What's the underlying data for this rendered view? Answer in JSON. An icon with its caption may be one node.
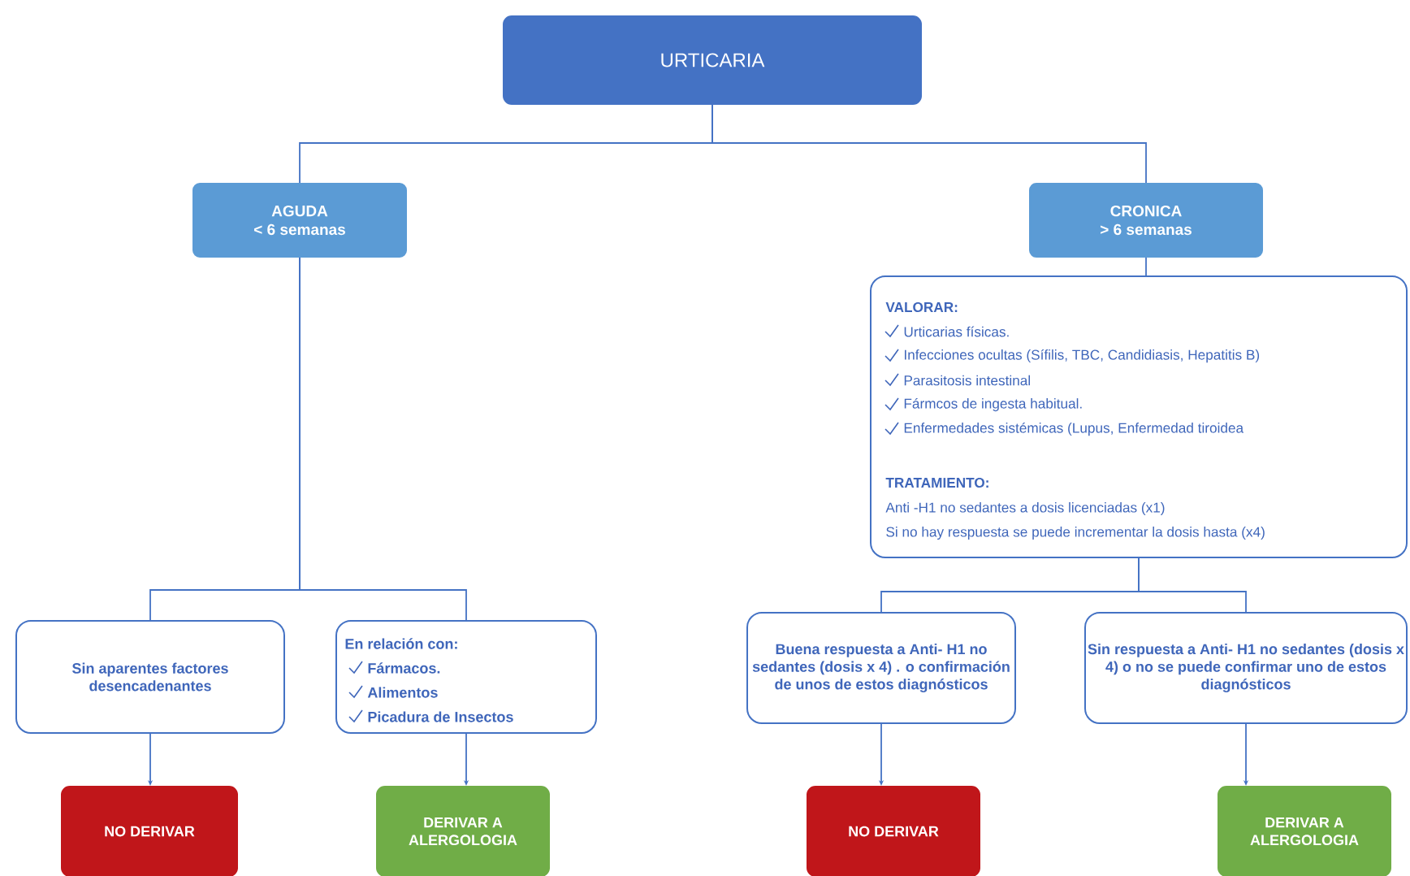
{
  "diagram": {
    "nodes": [
      {
        "text": [
          "URTICARIA"
        ]
      },
      {
        "text": [
          "AGUDA",
          "< 6 semanas"
        ]
      },
      {
        "text": [
          "CRONICA",
          "> 6 semanas"
        ]
      },
      {
        "text": [
          "VALORAR:",
          "Urticarias físicas.",
          "Infecciones ocultas (Sífilis, TBC, Candidiasis, Hepatitis B)",
          "Parasitosis intestinal",
          "Fármcos de ingesta habitual.",
          "Enfermedades sistémicas (Lupus, Enfermedad tiroidea",
          "TRATAMIENTO:",
          "Anti -H1 no sedantes a dosis licenciadas (x1)",
          "Si no hay respuesta se puede incrementar la dosis hasta (x4)"
        ]
      },
      {
        "text": [
          "Sin aparentes factores desencadenantes"
        ]
      },
      {
        "text": [
          "En relación con:",
          "Fármacos.",
          "Alimentos",
          "Picadura de Insectos"
        ]
      },
      {
        "text": [
          "Buena respuesta a Anti- H1 no sedantes (dosis x 4) . o confirmación de unos de estos diagnósticos"
        ]
      },
      {
        "text": [
          "Sin respuesta a Anti- H1 no sedantes (dosis x 4) o no se puede confirmar uno de estos diagnósticos"
        ]
      },
      {
        "text": [
          "NO DERIVAR"
        ]
      },
      {
        "text": [
          "DERIVAR A ALERGOLOGIA"
        ]
      },
      {
        "text": [
          "NO DERIVAR"
        ]
      },
      {
        "text": [
          "DERIVAR A ALERGOLOGIA"
        ]
      }
    ],
    "edges": [
      {
        "from": 0,
        "to": 1,
        "arrow": "none"
      },
      {
        "from": 0,
        "to": 2,
        "arrow": "none"
      },
      {
        "from": 1,
        "to": 4,
        "arrow": "none"
      },
      {
        "from": 1,
        "to": 5,
        "arrow": "none"
      },
      {
        "from": 2,
        "to": 3,
        "arrow": "none"
      },
      {
        "from": 3,
        "to": 6,
        "arrow": "none"
      },
      {
        "from": 3,
        "to": 7,
        "arrow": "none"
      },
      {
        "from": 4,
        "to": 8,
        "arrow": "to"
      },
      {
        "from": 5,
        "to": 9,
        "arrow": "to"
      },
      {
        "from": 6,
        "to": 10,
        "arrow": "to"
      },
      {
        "from": 7,
        "to": 11,
        "arrow": "to"
      }
    ]
  }
}
